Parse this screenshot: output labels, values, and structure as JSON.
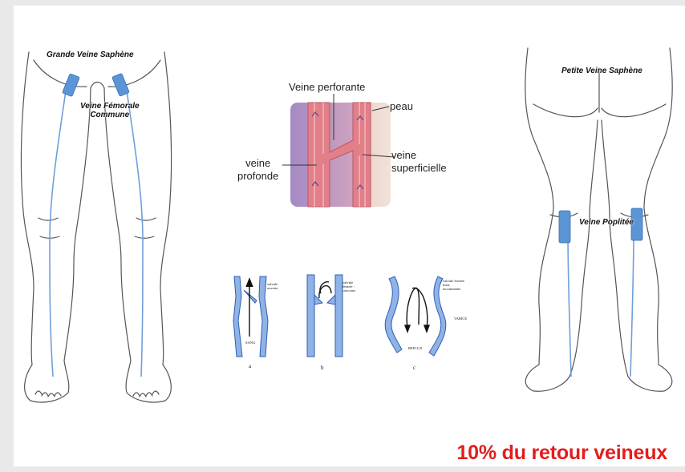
{
  "front_legs": {
    "label_gvs": "Grande Veine Saphène",
    "label_vfc": "Veine Fémorale\nCommune"
  },
  "cross_section": {
    "perforante": "Veine perforante",
    "peau": "peau",
    "profonde": "veine\nprofonde",
    "superficielle": "veine\nsuperficielle"
  },
  "valves": {
    "a_label": "a",
    "b_label": "b",
    "c_label": "c",
    "a_text": "valvule\nouverte",
    "a_sang": "SANG",
    "b_text": "valvule\nfermée :\nconcours",
    "c_text": "valvule fermée\nmais\nincontinente",
    "c_varice": "VARICE",
    "c_reflux": "REFLUX"
  },
  "back_legs": {
    "label_pvs": "Petite Veine Saphène",
    "label_vp": "Veine Poplitée"
  },
  "footer": {
    "text": "10% du retour veineux"
  },
  "colors": {
    "vein": "#6f9fdc",
    "cuff": "#5b95d6",
    "footer": "#e21d1d",
    "skin_vein": "#e2868c"
  }
}
